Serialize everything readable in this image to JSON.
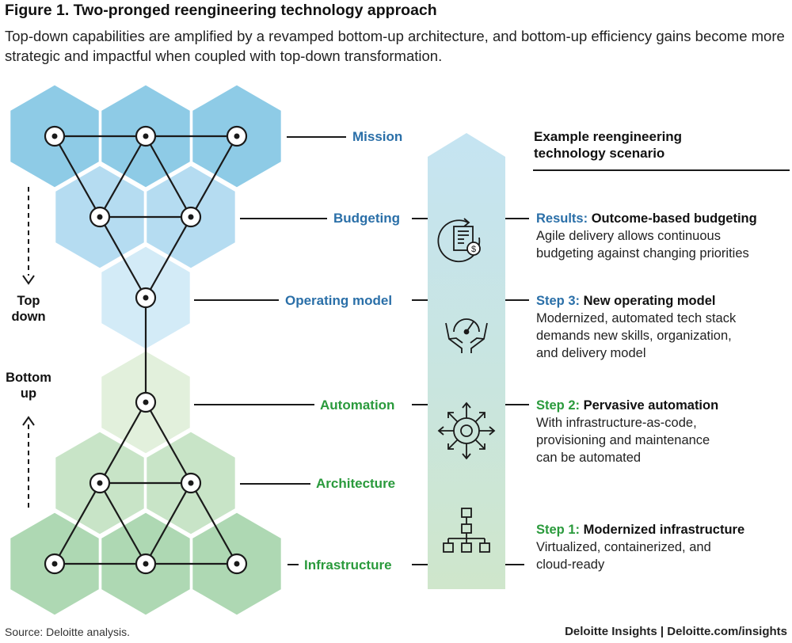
{
  "figure": {
    "title": "Figure 1. Two-pronged reengineering technology approach",
    "subtitle": "Top-down capabilities are amplified by a revamped bottom-up architecture, and bottom-up efficiency gains become more strategic and impactful when coupled with top-down transformation."
  },
  "levels": {
    "mission": "Mission",
    "budgeting": "Budgeting",
    "operating_model": "Operating model",
    "automation": "Automation",
    "architecture": "Architecture",
    "infrastructure": "Infrastructure"
  },
  "direction": {
    "top_down": [
      "Top",
      "down"
    ],
    "bottom_up": [
      "Bottom",
      "up"
    ]
  },
  "scenario": {
    "heading": [
      "Example reengineering",
      "technology scenario"
    ],
    "steps": [
      {
        "label": "Results:",
        "title": "Outcome-based budgeting",
        "desc": [
          "Agile delivery allows continuous",
          "budgeting against changing priorities"
        ]
      },
      {
        "label": "Step 3:",
        "title": "New operating model",
        "desc": [
          "Modernized, automated tech stack",
          "demands new skills, organization,",
          "and delivery model"
        ]
      },
      {
        "label": "Step 2:",
        "title": "Pervasive automation",
        "desc": [
          "With infrastructure-as-code,",
          "provisioning and maintenance",
          "can be automated"
        ]
      },
      {
        "label": "Step 1:",
        "title": "Modernized infrastructure",
        "desc": [
          "Virtualized, containerized, and",
          "cloud-ready"
        ]
      }
    ]
  },
  "icons": [
    "budget-document-icon",
    "hands-gauge-icon",
    "automation-gear-icon",
    "hierarchy-network-icon"
  ],
  "footer": {
    "source": "Source: Deloitte analysis.",
    "brand": "Deloitte Insights | Deloitte.com/insights"
  },
  "colors": {
    "blue_label": "#2a6fa8",
    "green_label": "#2a9a3c",
    "hex_blue_dark": "#8ecbe6",
    "hex_blue_mid": "#b5dcf1",
    "hex_blue_light": "#d3ebf7",
    "hex_green_dark": "#aed8b3",
    "hex_green_mid": "#c8e4c7",
    "hex_green_light": "#e2f0dc"
  }
}
